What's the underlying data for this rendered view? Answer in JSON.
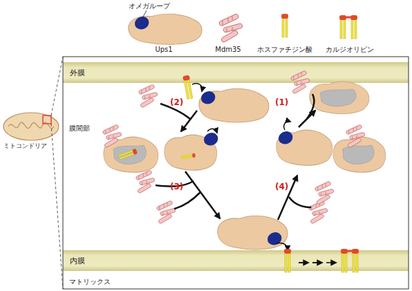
{
  "diagram": {
    "nodes": [
      {
        "text": [
          "外膜"
        ]
      },
      {
        "text": [
          "内膜"
        ]
      }
    ],
    "labels": [
      "オメガループ",
      "Ups1",
      "Mdm35",
      "ホスファチジン酸",
      "カルジオリピン",
      "膜間部",
      "マトリックス",
      "ミトコンドリア",
      "(1)",
      "(2)",
      "(3)",
      "(4)"
    ]
  }
}
